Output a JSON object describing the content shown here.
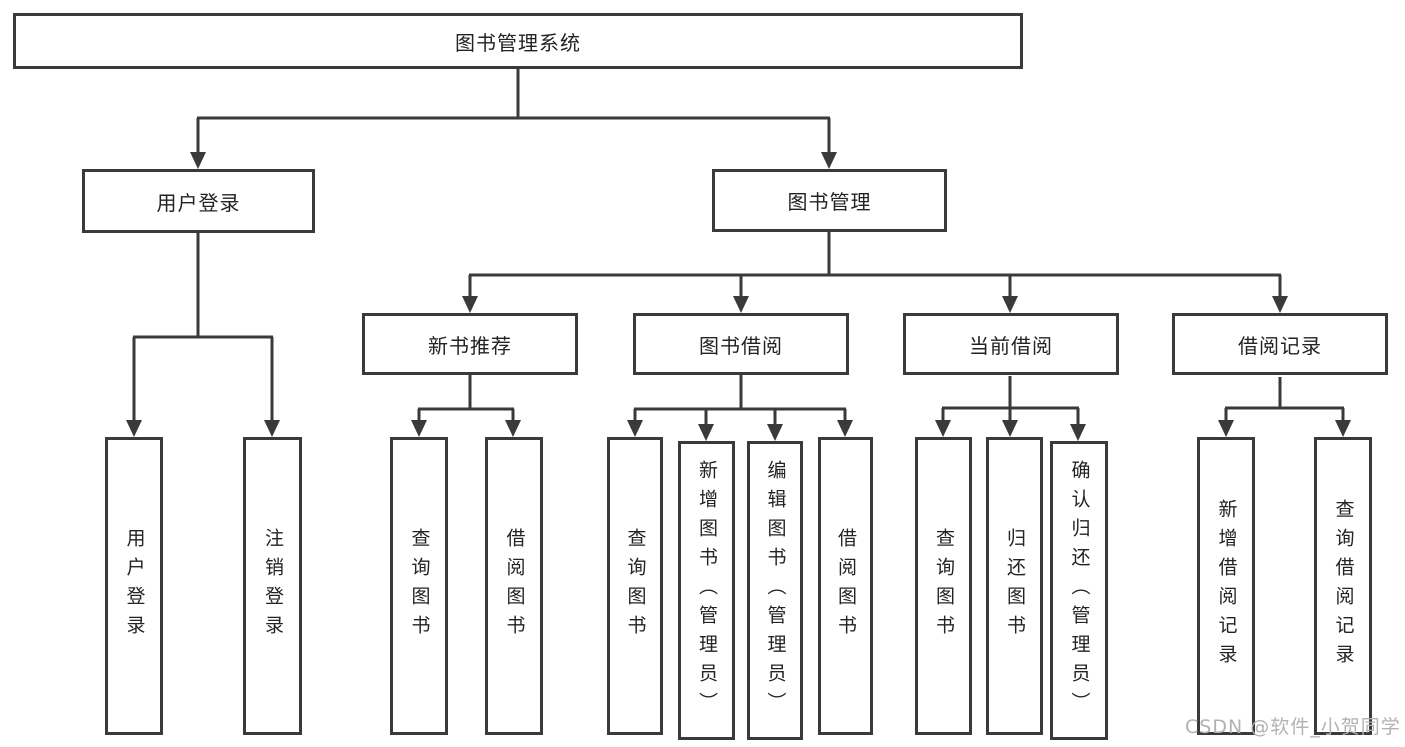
{
  "nodes": {
    "root": "图书管理系统",
    "user_login": "用户登录",
    "book_mgmt": "图书管理",
    "new_book_rec": "新书推荐",
    "book_borrow": "图书借阅",
    "current_borrow": "当前借阅",
    "borrow_record": "借阅记录",
    "ul_login": "用户登录",
    "ul_logout": "注销登录",
    "nbr_query": "查询图书",
    "nbr_borrow": "借阅图书",
    "bb_query": "查询图书",
    "bb_add": "新增图书（管理员）",
    "bb_edit": "编辑图书（管理员）",
    "bb_borrow": "借阅图书",
    "cb_query": "查询图书",
    "cb_return": "归还图书",
    "cb_confirm": "确认归还（管理员）",
    "br_add": "新增借阅记录",
    "br_query": "查询借阅记录"
  },
  "watermark": {
    "text": "CSDN @软件_小贺同学"
  },
  "colors": {
    "line": "#3a3a3a",
    "text": "#232323",
    "background": "#ffffff",
    "watermark": "#b2b2b2"
  }
}
